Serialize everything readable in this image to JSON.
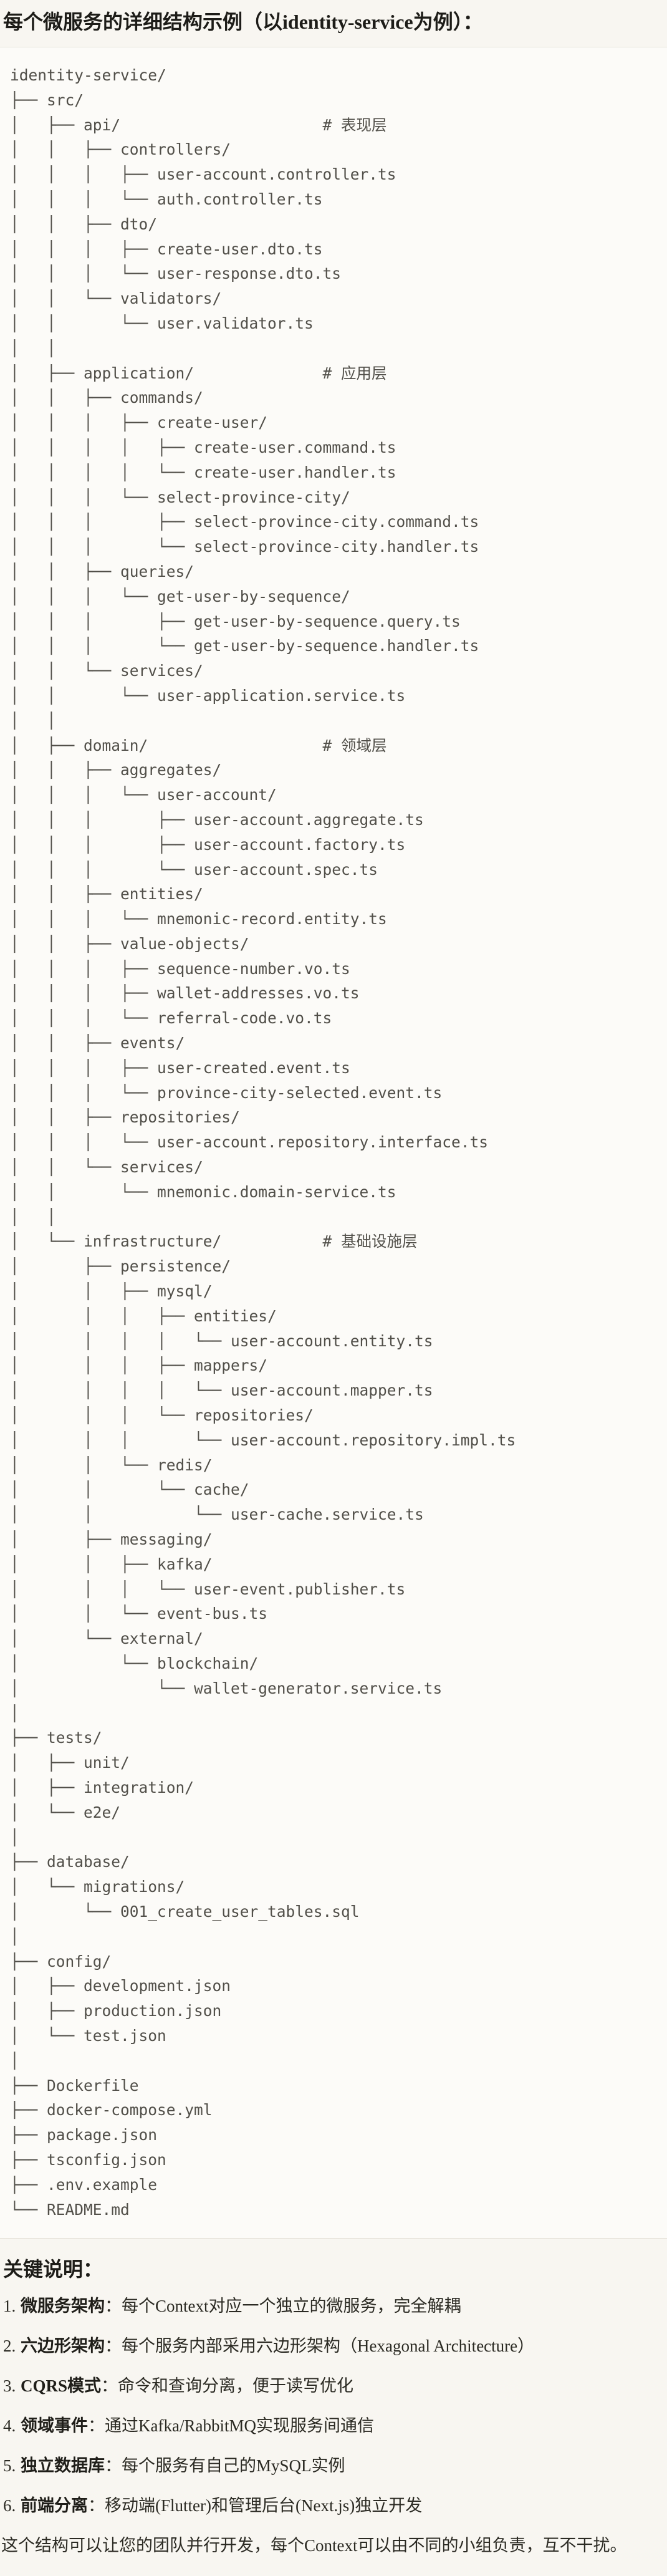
{
  "page": {
    "title": "每个微服务的详细结构示例（以identity-service为例）："
  },
  "colors": {
    "page_background": "#f8f6f1",
    "code_background": "#fcfbf8",
    "code_border": "#e5e2d9",
    "code_text": "#514f49",
    "heading_text": "#1d1c18",
    "body_text": "#2b2a23"
  },
  "code_block": {
    "lines": [
      "identity-service/",
      "├── src/",
      "│   ├── api/                      # 表现层",
      "│   │   ├── controllers/",
      "│   │   │   ├── user-account.controller.ts",
      "│   │   │   └── auth.controller.ts",
      "│   │   ├── dto/",
      "│   │   │   ├── create-user.dto.ts",
      "│   │   │   └── user-response.dto.ts",
      "│   │   └── validators/",
      "│   │       └── user.validator.ts",
      "│   │",
      "│   ├── application/              # 应用层",
      "│   │   ├── commands/",
      "│   │   │   ├── create-user/",
      "│   │   │   │   ├── create-user.command.ts",
      "│   │   │   │   └── create-user.handler.ts",
      "│   │   │   └── select-province-city/",
      "│   │   │       ├── select-province-city.command.ts",
      "│   │   │       └── select-province-city.handler.ts",
      "│   │   ├── queries/",
      "│   │   │   └── get-user-by-sequence/",
      "│   │   │       ├── get-user-by-sequence.query.ts",
      "│   │   │       └── get-user-by-sequence.handler.ts",
      "│   │   └── services/",
      "│   │       └── user-application.service.ts",
      "│   │",
      "│   ├── domain/                   # 领域层",
      "│   │   ├── aggregates/",
      "│   │   │   └── user-account/",
      "│   │   │       ├── user-account.aggregate.ts",
      "│   │   │       ├── user-account.factory.ts",
      "│   │   │       └── user-account.spec.ts",
      "│   │   ├── entities/",
      "│   │   │   └── mnemonic-record.entity.ts",
      "│   │   ├── value-objects/",
      "│   │   │   ├── sequence-number.vo.ts",
      "│   │   │   ├── wallet-addresses.vo.ts",
      "│   │   │   └── referral-code.vo.ts",
      "│   │   ├── events/",
      "│   │   │   ├── user-created.event.ts",
      "│   │   │   └── province-city-selected.event.ts",
      "│   │   ├── repositories/",
      "│   │   │   └── user-account.repository.interface.ts",
      "│   │   └── services/",
      "│   │       └── mnemonic.domain-service.ts",
      "│   │",
      "│   └── infrastructure/           # 基础设施层",
      "│       ├── persistence/",
      "│       │   ├── mysql/",
      "│       │   │   ├── entities/",
      "│       │   │   │   └── user-account.entity.ts",
      "│       │   │   ├── mappers/",
      "│       │   │   │   └── user-account.mapper.ts",
      "│       │   │   └── repositories/",
      "│       │   │       └── user-account.repository.impl.ts",
      "│       │   └── redis/",
      "│       │       └── cache/",
      "│       │           └── user-cache.service.ts",
      "│       ├── messaging/",
      "│       │   ├── kafka/",
      "│       │   │   └── user-event.publisher.ts",
      "│       │   └── event-bus.ts",
      "│       └── external/",
      "│           └── blockchain/",
      "│               └── wallet-generator.service.ts",
      "│",
      "├── tests/",
      "│   ├── unit/",
      "│   ├── integration/",
      "│   └── e2e/",
      "│",
      "├── database/",
      "│   └── migrations/",
      "│       └── 001_create_user_tables.sql",
      "│",
      "├── config/",
      "│   ├── development.json",
      "│   ├── production.json",
      "│   └── test.json",
      "│",
      "├── Dockerfile",
      "├── docker-compose.yml",
      "├── package.json",
      "├── tsconfig.json",
      "├── .env.example",
      "└── README.md"
    ]
  },
  "notes": {
    "heading": "关键说明：",
    "separator": "：",
    "items": [
      {
        "num": "1.",
        "term": "微服务架构",
        "desc": "每个Context对应一个独立的微服务，完全解耦"
      },
      {
        "num": "2.",
        "term": "六边形架构",
        "desc": "每个服务内部采用六边形架构（Hexagonal Architecture）"
      },
      {
        "num": "3.",
        "term": "CQRS模式",
        "desc": "命令和查询分离，便于读写优化"
      },
      {
        "num": "4.",
        "term": "领域事件",
        "desc": "通过Kafka/RabbitMQ实现服务间通信"
      },
      {
        "num": "5.",
        "term": "独立数据库",
        "desc": "每个服务有自己的MySQL实例"
      },
      {
        "num": "6.",
        "term": "前端分离",
        "desc": "移动端(Flutter)和管理后台(Next.js)独立开发"
      }
    ],
    "footer": "这个结构可以让您的团队并行开发，每个Context可以由不同的小组负责，互不干扰。"
  }
}
